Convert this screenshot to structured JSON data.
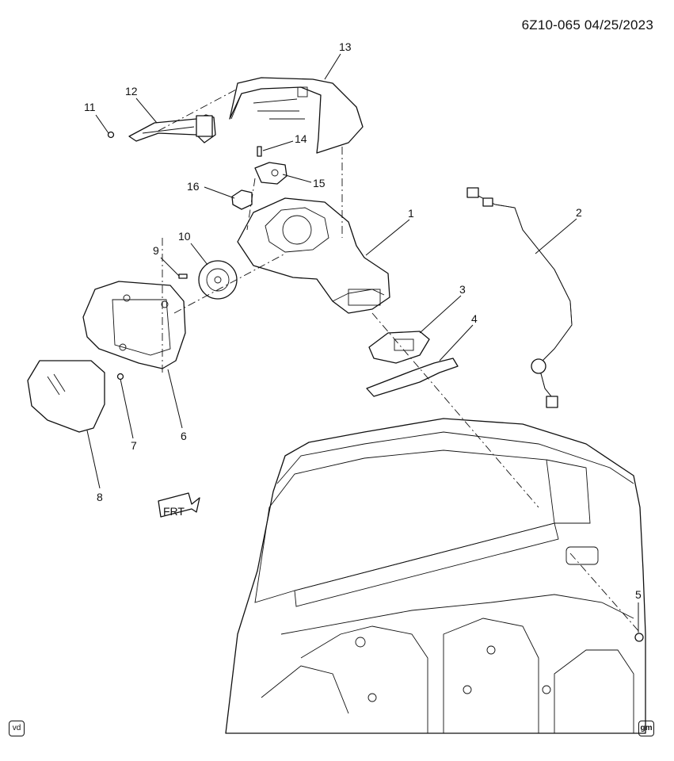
{
  "header": {
    "code": "6Z10-065  04/25/2023"
  },
  "callouts": [
    "1",
    "2",
    "3",
    "4",
    "5",
    "6",
    "7",
    "8",
    "9",
    "10",
    "11",
    "12",
    "13",
    "14",
    "15",
    "16"
  ],
  "direction_marker": "FRT",
  "badges": {
    "left": "vd",
    "right": "gm"
  }
}
